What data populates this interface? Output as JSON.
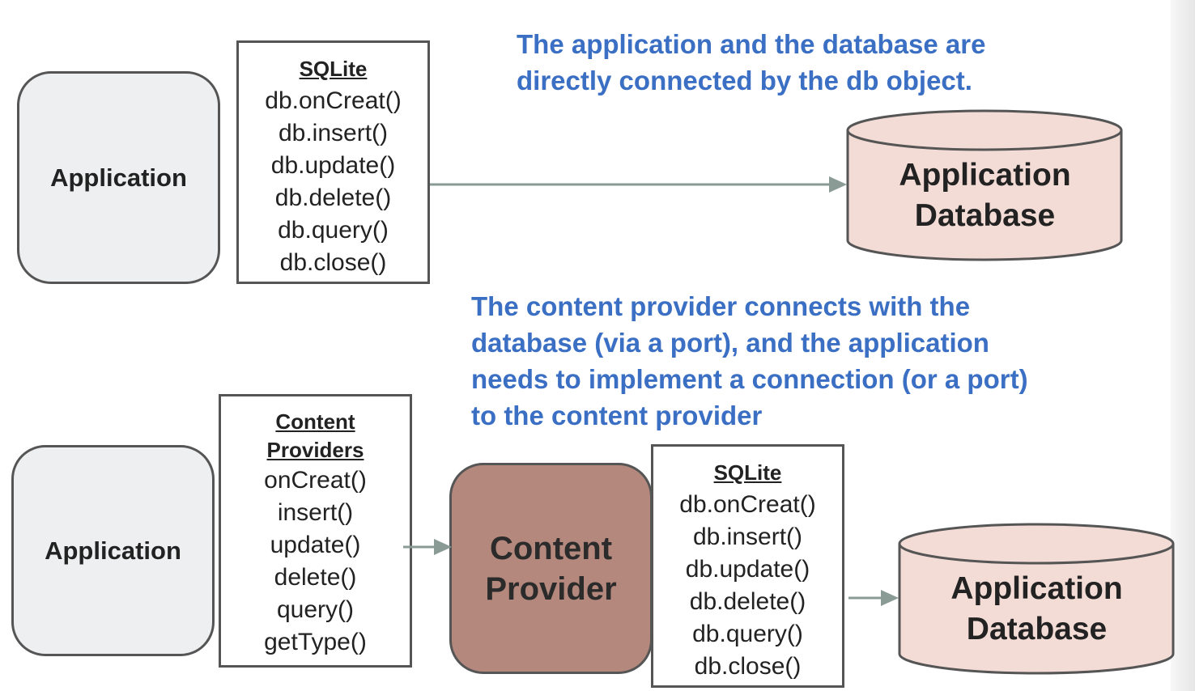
{
  "top": {
    "application_label": "Application",
    "sqlite": {
      "header": "SQLite",
      "methods": [
        "db.onCreat()",
        "db.insert()",
        "db.update()",
        "db.delete()",
        "db.query()",
        "db.close()"
      ]
    },
    "caption_lines": [
      "The application and the database are",
      "directly connected by the db object."
    ],
    "database_lines": [
      "Application",
      "Database"
    ]
  },
  "bottom": {
    "caption_lines": [
      "The content provider connects with the",
      "database (via a port), and the application",
      "needs to implement a connection (or a port)",
      "to the content provider"
    ],
    "application_label": "Application",
    "content_providers": {
      "header_lines": [
        "Content",
        "Providers"
      ],
      "methods": [
        "onCreat()",
        "insert()",
        "update()",
        "delete()",
        "query()",
        "getType()"
      ]
    },
    "content_provider_lines": [
      "Content",
      "Provider"
    ],
    "sqlite": {
      "header": "SQLite",
      "methods": [
        "db.onCreat()",
        "db.insert()",
        "db.update()",
        "db.delete()",
        "db.query()",
        "db.close()"
      ]
    },
    "database_lines": [
      "Application",
      "Database"
    ]
  },
  "colors": {
    "caption": "#3a6fc4",
    "application_fill": "#edeff0",
    "content_provider_fill": "#b4887c",
    "database_fill": "#f3dcd6",
    "arrow": "#8a9b95"
  }
}
